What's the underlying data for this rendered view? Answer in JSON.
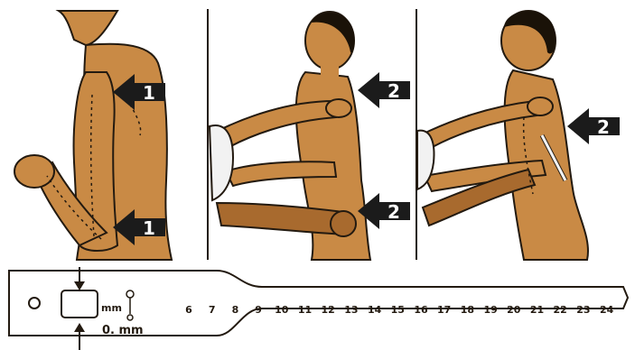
{
  "panels": [
    {
      "arrows": [
        {
          "label": "1"
        },
        {
          "label": "1"
        }
      ]
    },
    {
      "arrows": [
        {
          "label": "2"
        },
        {
          "label": "2"
        }
      ]
    },
    {
      "arrows": [
        {
          "label": "2"
        }
      ]
    }
  ],
  "tape": {
    "window_unit": "mm",
    "reading_text": "0. mm",
    "scale_numbers": [
      "6",
      "7",
      "8",
      "9",
      "10",
      "11",
      "12",
      "13",
      "14",
      "15",
      "16",
      "17",
      "18",
      "19",
      "20",
      "21",
      "22",
      "23",
      "24"
    ]
  },
  "colors": {
    "skin": "#c98a45",
    "skin_shadow": "#a86a2e",
    "hair": "#1a1208",
    "arrow": "#1b1b1b",
    "outline": "#231a10",
    "sleeve": "#f2f2f2"
  }
}
